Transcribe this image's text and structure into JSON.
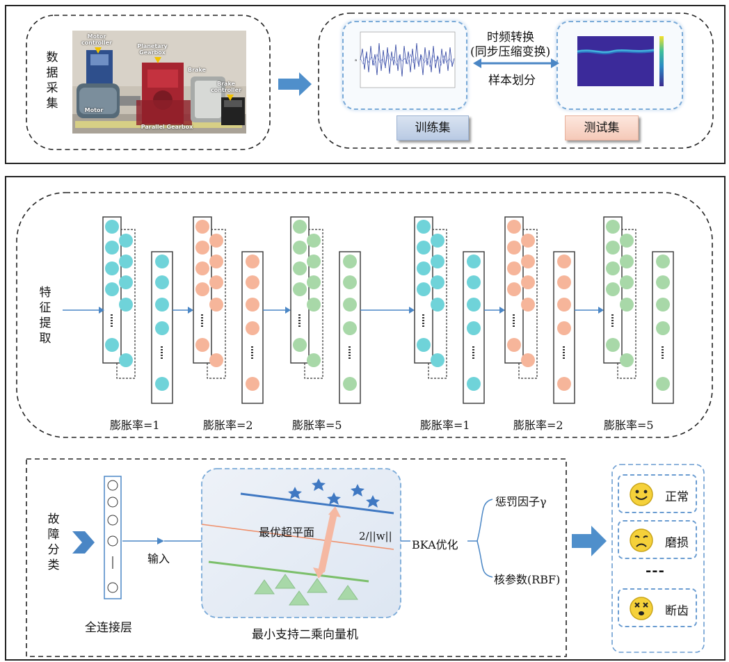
{
  "data_collection": {
    "label": "数据采集",
    "photo_labels": {
      "motor_controller": "Motor controller",
      "planetary_gearbox": "Planetary Gearbox",
      "brake": "Brake",
      "brake_controller": "Brake controller",
      "motor": "Motor",
      "parallel_gearbox": "Parallel Gearbox"
    },
    "transform": "时频转换",
    "transform_method": "(同步压缩变换)",
    "sample_split": "样本划分",
    "train_set": "训练集",
    "test_set": "测试集"
  },
  "feature_extraction": {
    "label": "特征提取",
    "dilation_labels": [
      "膨胀率=1",
      "膨胀率=2",
      "膨胀率=5",
      "膨胀率=1",
      "膨胀率=2",
      "膨胀率=5"
    ]
  },
  "fault_classification": {
    "label": "故障分类",
    "input_label": "输入",
    "fc_layer": "全连接层",
    "hyperplane": "最优超平面",
    "margin": "2/||w||",
    "lssvm": "最小支持二乘向量机",
    "bka": "BKA优化",
    "penalty": "惩罚因子γ",
    "kernel": "核参数(RBF)"
  },
  "status": {
    "normal": "正常",
    "wear": "磨损",
    "ellipsis": "---",
    "broken_tooth": "断齿"
  },
  "colors": {
    "teal": "#6fd3d9",
    "orange": "#f6b59a",
    "green": "#a8d8a8",
    "arrow_blue": "#4a86c5",
    "train_bg": "#c8d6ea",
    "test_bg": "#f9d9cc"
  }
}
